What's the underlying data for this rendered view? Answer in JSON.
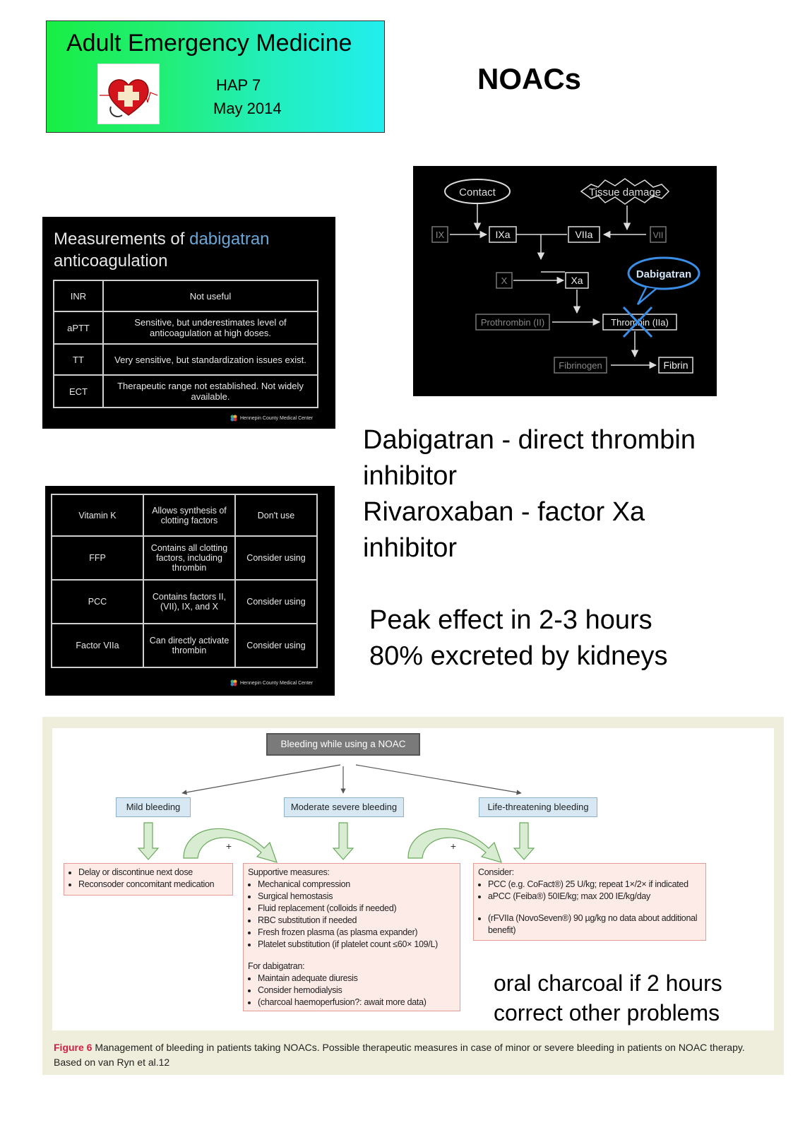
{
  "header": {
    "title": "Adult Emergency Medicine",
    "code": "HAP 7",
    "date": "May 2014"
  },
  "main_title": "NOACs",
  "slide_measurements": {
    "title_plain": "Measurements of ",
    "title_highlight": "dabigatran",
    "title_line2": "anticoagulation",
    "rows": [
      {
        "test": "INR",
        "note": "Not useful"
      },
      {
        "test": "aPTT",
        "note": "Sensitive, but underestimates level of anticoagulation at high doses."
      },
      {
        "test": "TT",
        "note": "Very sensitive, but standardization issues exist."
      },
      {
        "test": "ECT",
        "note": "Therapeutic range not established. Not widely available."
      }
    ],
    "footer": "Hennepin County Medical Center"
  },
  "slide_reversal": {
    "rows": [
      {
        "agent": "Vitamin K",
        "mechanism": "Allows synthesis of clotting factors",
        "use": "Don't use"
      },
      {
        "agent": "FFP",
        "mechanism": "Contains all clotting factors, including thrombin",
        "use": "Consider using"
      },
      {
        "agent": "PCC",
        "mechanism": "Contains factors II, (VII), IX, and X",
        "use": "Consider using"
      },
      {
        "agent": "Factor VIIa",
        "mechanism": "Can directly activate thrombin",
        "use": "Consider using"
      }
    ],
    "footer": "Hennepin County Medical Center"
  },
  "cascade": {
    "contact": "Contact",
    "tissue_damage": "Tissue damage",
    "ix": "IX",
    "ixa": "IXa",
    "viia": "VIIa",
    "vii": "VII",
    "x": "X",
    "xa": "Xa",
    "dabigatran": "Dabigatran",
    "prothrombin": "Prothrombin (II)",
    "thrombin": "Thrombin (IIa)",
    "fibrinogen": "Fibrinogen",
    "fibrin": "Fibrin"
  },
  "mechanisms": {
    "line1": "Dabigatran - direct thrombin",
    "line2": "inhibitor",
    "line3": "Rivaroxaban - factor Xa",
    "line4": "inhibitor"
  },
  "pharmacokinetics": {
    "line1": "Peak effect in 2-3 hours",
    "line2": "80% excreted by kidneys"
  },
  "flowchart": {
    "top": "Bleeding while using a NOAC",
    "mild": "Mild bleeding",
    "moderate": "Moderate severe bleeding",
    "life": "Life-threatening bleeding",
    "plus": "+",
    "mild_items": [
      "Delay or discontinue next dose",
      "Reconsoder concomitant medication"
    ],
    "supportive_title": "Supportive measures:",
    "supportive_items": [
      "Mechanical compression",
      "Surgical hemostasis",
      "Fluid replacement (colloids if needed)",
      "RBC substitution if needed",
      "Fresh frozen plasma (as plasma expander)",
      "Platelet substitution (if platelet count ≤60× 109/L)"
    ],
    "dabigatran_title": "For dabigatran:",
    "dabigatran_items": [
      "Maintain adequate diuresis",
      "Consider hemodialysis",
      "(charcoal haemoperfusion?: await more data)"
    ],
    "consider_title": "Consider:",
    "consider_items": [
      "PCC (e.g. CoFact®) 25 U/kg; repeat 1×/2× if indicated",
      "aPCC (Feiba®) 50IE/kg; max 200 IE/kg/day",
      "(rFVIIa (NovoSeven®) 90 µg/kg no data about additional benefit)"
    ]
  },
  "notes": {
    "line1": "oral charcoal if 2 hours",
    "line2": "correct other problems"
  },
  "caption": {
    "label": "Figure 6",
    "text": " Management of bleeding in patients taking NOACs. Possible therapeutic measures in case of minor or severe bleeding in patients on NOAC therapy. Based on van Ryn et al.12"
  }
}
